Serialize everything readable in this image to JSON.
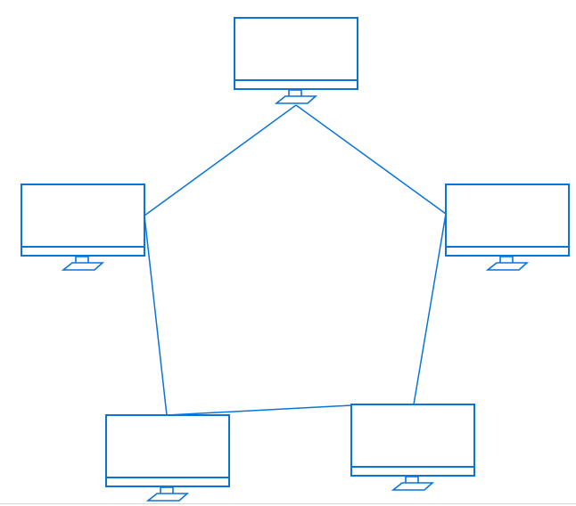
{
  "diagram": {
    "type": "ring-network-topology",
    "node_icon": "monitor-icon",
    "stroke_color": "#0a74d9",
    "background_color": "#ffffff",
    "nodes": [
      {
        "id": "top"
      },
      {
        "id": "right"
      },
      {
        "id": "bottom-right"
      },
      {
        "id": "bottom-left"
      },
      {
        "id": "left"
      }
    ],
    "links": [
      {
        "from": "top",
        "to": "right"
      },
      {
        "from": "right",
        "to": "bottom-right"
      },
      {
        "from": "bottom-right",
        "to": "bottom-left"
      },
      {
        "from": "bottom-left",
        "to": "left"
      },
      {
        "from": "left",
        "to": "top"
      }
    ]
  }
}
